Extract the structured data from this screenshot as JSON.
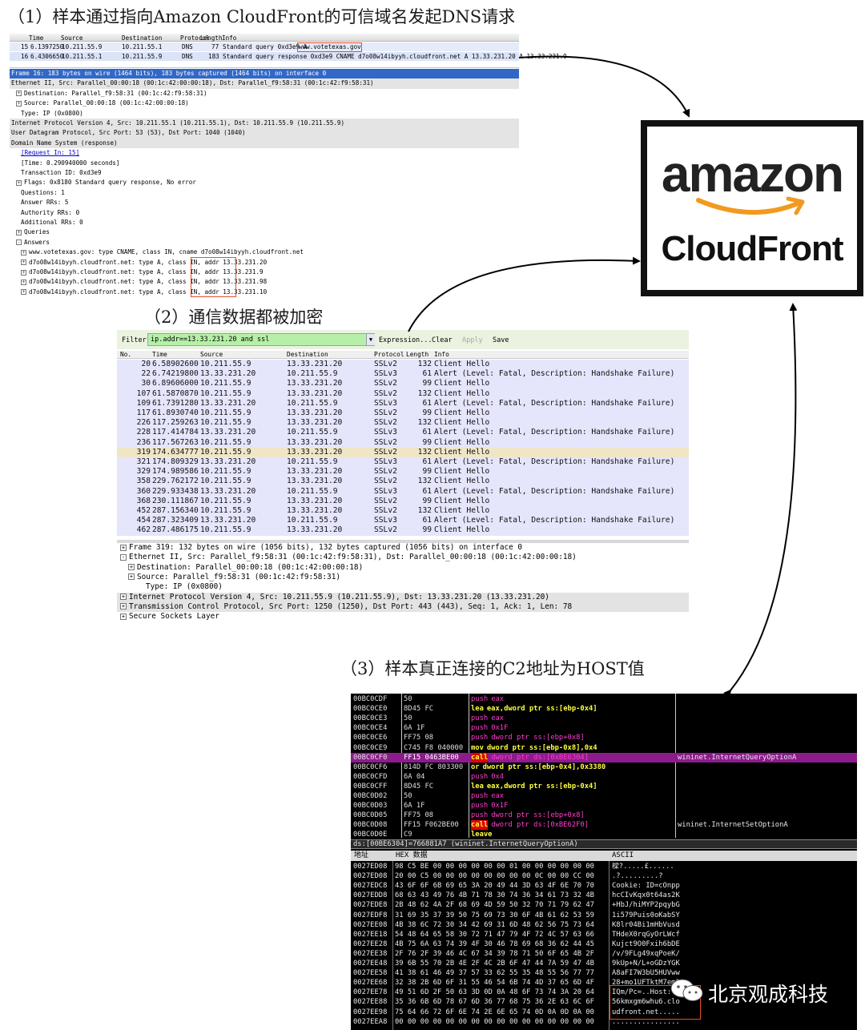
{
  "captions": {
    "step1": "（1）样本通过指向Amazon CloudFront的可信域名发起DNS请求",
    "step2": "（2）通信数据都被加密",
    "step3": "（3）样本真正连接的C2地址为HOST值"
  },
  "dns_panel": {
    "columns": [
      "Time",
      "Source",
      "Destination",
      "Protocol",
      "Length",
      "Info"
    ],
    "packets": [
      {
        "no": "15",
        "time": "6.1397250",
        "src": "10.211.55.9",
        "dst": "10.211.55.1",
        "proto": "DNS",
        "len": "77",
        "info_pre": "Standard query 0xd3e9  A ",
        "info_boxed": "www.votetexas.gov"
      },
      {
        "no": "16",
        "time": "6.4306650",
        "src": "10.211.55.1",
        "dst": "10.211.55.9",
        "proto": "DNS",
        "len": "183",
        "info_pre": "Standard query response 0xd3e9  CNAME d7o08w14ibyyh.cloudfront.net A 13.33.231.20 A 13.33.231.9",
        "info_boxed": ""
      }
    ],
    "tree": [
      {
        "text": "Frame 16: 183 bytes on wire (1464 bits), 183 bytes captured (1464 bits) on interface 0",
        "indent": 0,
        "style": "sel",
        "exp": ""
      },
      {
        "text": "Ethernet II, Src: Parallel_00:00:18 (00:1c:42:00:00:18), Dst: Parallel_f9:58:31 (00:1c:42:f9:58:31)",
        "indent": 0,
        "style": "shade",
        "exp": ""
      },
      {
        "text": "Destination: Parallel_f9:58:31 (00:1c:42:f9:58:31)",
        "indent": 1,
        "style": "",
        "exp": "+"
      },
      {
        "text": "Source: Parallel_00:00:18 (00:1c:42:00:00:18)",
        "indent": 1,
        "style": "",
        "exp": "+"
      },
      {
        "text": "Type: IP (0x0800)",
        "indent": 2,
        "style": "",
        "exp": ""
      },
      {
        "text": "Internet Protocol Version 4, Src: 10.211.55.1 (10.211.55.1), Dst: 10.211.55.9 (10.211.55.9)",
        "indent": 0,
        "style": "shade",
        "exp": ""
      },
      {
        "text": "User Datagram Protocol, Src Port: 53 (53), Dst Port: 1040 (1040)",
        "indent": 0,
        "style": "shade",
        "exp": ""
      },
      {
        "text": "Domain Name System (response)",
        "indent": 0,
        "style": "shade",
        "exp": ""
      },
      {
        "text": "[Request In: 15]",
        "indent": 2,
        "style": "link",
        "exp": ""
      },
      {
        "text": "[Time: 0.290940000 seconds]",
        "indent": 2,
        "style": "",
        "exp": ""
      },
      {
        "text": "Transaction ID: 0xd3e9",
        "indent": 2,
        "style": "",
        "exp": ""
      },
      {
        "text": "Flags: 0x8180 Standard query response, No error",
        "indent": 1,
        "style": "",
        "exp": "+"
      },
      {
        "text": "Questions: 1",
        "indent": 2,
        "style": "",
        "exp": ""
      },
      {
        "text": "Answer RRs: 5",
        "indent": 2,
        "style": "",
        "exp": ""
      },
      {
        "text": "Authority RRs: 0",
        "indent": 2,
        "style": "",
        "exp": ""
      },
      {
        "text": "Additional RRs: 0",
        "indent": 2,
        "style": "",
        "exp": ""
      },
      {
        "text": "Queries",
        "indent": 1,
        "style": "",
        "exp": "+"
      },
      {
        "text": "Answers",
        "indent": 1,
        "style": "",
        "exp": "-"
      },
      {
        "text": "www.votetexas.gov: type CNAME, class IN, cname d7o08w14ibyyh.cloudfront.net",
        "indent": 2,
        "style": "",
        "exp": "+"
      },
      {
        "text": "d7o08w14ibyyh.cloudfront.net: type A, class IN, addr 13.33.231.20",
        "indent": 2,
        "style": "",
        "exp": "+"
      },
      {
        "text": "d7o08w14ibyyh.cloudfront.net: type A, class IN, addr 13.33.231.9",
        "indent": 2,
        "style": "",
        "exp": "+"
      },
      {
        "text": "d7o08w14ibyyh.cloudfront.net: type A, class IN, addr 13.33.231.98",
        "indent": 2,
        "style": "",
        "exp": "+"
      },
      {
        "text": "d7o08w14ibyyh.cloudfront.net: type A, class IN, addr 13.33.231.10",
        "indent": 2,
        "style": "",
        "exp": "+"
      }
    ]
  },
  "logo": {
    "line1": "amazon",
    "line2": "CloudFront",
    "smile_color": "#f19a1f"
  },
  "ssl_panel": {
    "filter_label": "Filter:",
    "filter_value": "ip.addr==13.33.231.20 and ssl",
    "buttons": [
      "Expression...",
      "Clear",
      "Apply",
      "Save"
    ],
    "columns": [
      "No.",
      "Time",
      "Source",
      "Destination",
      "Protocol",
      "Length",
      "Info"
    ],
    "packets": [
      {
        "no": "20",
        "time": "6.58902600",
        "src": "10.211.55.9",
        "dst": "13.33.231.20",
        "proto": "SSLv2",
        "len": "132",
        "info": "Client Hello",
        "hl": false
      },
      {
        "no": "22",
        "time": "6.74219800",
        "src": "13.33.231.20",
        "dst": "10.211.55.9",
        "proto": "SSLv3",
        "len": "61",
        "info": "Alert (Level: Fatal, Description: Handshake Failure)",
        "hl": false
      },
      {
        "no": "30",
        "time": "6.89606000",
        "src": "10.211.55.9",
        "dst": "13.33.231.20",
        "proto": "SSLv2",
        "len": "99",
        "info": "Client Hello",
        "hl": false
      },
      {
        "no": "107",
        "time": "61.5870870",
        "src": "10.211.55.9",
        "dst": "13.33.231.20",
        "proto": "SSLv2",
        "len": "132",
        "info": "Client Hello",
        "hl": false
      },
      {
        "no": "109",
        "time": "61.7391280",
        "src": "13.33.231.20",
        "dst": "10.211.55.9",
        "proto": "SSLv3",
        "len": "61",
        "info": "Alert (Level: Fatal, Description: Handshake Failure)",
        "hl": false
      },
      {
        "no": "117",
        "time": "61.8930740",
        "src": "10.211.55.9",
        "dst": "13.33.231.20",
        "proto": "SSLv2",
        "len": "99",
        "info": "Client Hello",
        "hl": false
      },
      {
        "no": "226",
        "time": "117.259263",
        "src": "10.211.55.9",
        "dst": "13.33.231.20",
        "proto": "SSLv2",
        "len": "132",
        "info": "Client Hello",
        "hl": false
      },
      {
        "no": "228",
        "time": "117.414784",
        "src": "13.33.231.20",
        "dst": "10.211.55.9",
        "proto": "SSLv3",
        "len": "61",
        "info": "Alert (Level: Fatal, Description: Handshake Failure)",
        "hl": false
      },
      {
        "no": "236",
        "time": "117.567263",
        "src": "10.211.55.9",
        "dst": "13.33.231.20",
        "proto": "SSLv2",
        "len": "99",
        "info": "Client Hello",
        "hl": false
      },
      {
        "no": "319",
        "time": "174.634777",
        "src": "10.211.55.9",
        "dst": "13.33.231.20",
        "proto": "SSLv2",
        "len": "132",
        "info": "Client Hello",
        "hl": true
      },
      {
        "no": "321",
        "time": "174.809329",
        "src": "13.33.231.20",
        "dst": "10.211.55.9",
        "proto": "SSLv3",
        "len": "61",
        "info": "Alert (Level: Fatal, Description: Handshake Failure)",
        "hl": false
      },
      {
        "no": "329",
        "time": "174.989586",
        "src": "10.211.55.9",
        "dst": "13.33.231.20",
        "proto": "SSLv2",
        "len": "99",
        "info": "Client Hello",
        "hl": false
      },
      {
        "no": "358",
        "time": "229.762172",
        "src": "10.211.55.9",
        "dst": "13.33.231.20",
        "proto": "SSLv2",
        "len": "132",
        "info": "Client Hello",
        "hl": false
      },
      {
        "no": "360",
        "time": "229.933438",
        "src": "13.33.231.20",
        "dst": "10.211.55.9",
        "proto": "SSLv3",
        "len": "61",
        "info": "Alert (Level: Fatal, Description: Handshake Failure)",
        "hl": false
      },
      {
        "no": "368",
        "time": "230.111867",
        "src": "10.211.55.9",
        "dst": "13.33.231.20",
        "proto": "SSLv2",
        "len": "99",
        "info": "Client Hello",
        "hl": false
      },
      {
        "no": "452",
        "time": "287.156340",
        "src": "10.211.55.9",
        "dst": "13.33.231.20",
        "proto": "SSLv2",
        "len": "132",
        "info": "Client Hello",
        "hl": false
      },
      {
        "no": "454",
        "time": "287.323409",
        "src": "13.33.231.20",
        "dst": "10.211.55.9",
        "proto": "SSLv3",
        "len": "61",
        "info": "Alert (Level: Fatal, Description: Handshake Failure)",
        "hl": false
      },
      {
        "no": "462",
        "time": "287.486175",
        "src": "10.211.55.9",
        "dst": "13.33.231.20",
        "proto": "SSLv2",
        "len": "99",
        "info": "Client Hello",
        "hl": false
      }
    ],
    "tree": [
      {
        "text": "Frame 319: 132 bytes on wire (1056 bits), 132 bytes captured (1056 bits) on interface 0",
        "indent": 0,
        "exp": "+",
        "shade": false
      },
      {
        "text": "Ethernet II, Src: Parallel_f9:58:31 (00:1c:42:f9:58:31), Dst: Parallel_00:00:18 (00:1c:42:00:00:18)",
        "indent": 0,
        "exp": "-",
        "shade": false
      },
      {
        "text": "Destination: Parallel_00:00:18 (00:1c:42:00:00:18)",
        "indent": 1,
        "exp": "+",
        "shade": false
      },
      {
        "text": "Source: Parallel_f9:58:31 (00:1c:42:f9:58:31)",
        "indent": 1,
        "exp": "+",
        "shade": false
      },
      {
        "text": "Type: IP (0x0800)",
        "indent": 2,
        "exp": "",
        "shade": false
      },
      {
        "text": "Internet Protocol Version 4, Src: 10.211.55.9 (10.211.55.9), Dst: 13.33.231.20 (13.33.231.20)",
        "indent": 0,
        "exp": "+",
        "shade": true
      },
      {
        "text": "Transmission Control Protocol, Src Port: 1250 (1250), Dst Port: 443 (443), Seq: 1, Ack: 1, Len: 78",
        "indent": 0,
        "exp": "+",
        "shade": true
      },
      {
        "text": "Secure Sockets Layer",
        "indent": 0,
        "exp": "+",
        "shade": false
      }
    ]
  },
  "debugger": {
    "disasm": [
      {
        "addr": "00BC0CDF",
        "bytes": "50",
        "mn": "push",
        "ops": "eax",
        "cmt": "",
        "kind": "push"
      },
      {
        "addr": "00BC0CE0",
        "bytes": "8D45 FC",
        "mn": "lea",
        "ops": "eax,dword ptr ss:[ebp-0x4]",
        "cmt": "",
        "kind": "norm"
      },
      {
        "addr": "00BC0CE3",
        "bytes": "50",
        "mn": "push",
        "ops": "eax",
        "cmt": "",
        "kind": "push"
      },
      {
        "addr": "00BC0CE4",
        "bytes": "6A 1F",
        "mn": "push",
        "ops": "0x1F",
        "cmt": "",
        "kind": "push"
      },
      {
        "addr": "00BC0CE6",
        "bytes": "FF75 08",
        "mn": "push",
        "ops": "dword ptr ss:[ebp+0x8]",
        "cmt": "",
        "kind": "push"
      },
      {
        "addr": "00BC0CE9",
        "bytes": "C745 F8 040000",
        "mn": "mov",
        "ops": "dword ptr ss:[ebp-0x8],0x4",
        "cmt": "",
        "kind": "norm"
      },
      {
        "addr": "00BC0CF0",
        "bytes": "FF15 0463BE00",
        "mn": "call",
        "ops": "dword ptr ds:[0xBE6304]",
        "cmt": "wininet.InternetQueryOptionA",
        "kind": "cur"
      },
      {
        "addr": "00BC0CF6",
        "bytes": "814D FC 803300",
        "mn": "or",
        "ops": "dword ptr ss:[ebp-0x4],0x3380",
        "cmt": "",
        "kind": "norm"
      },
      {
        "addr": "00BC0CFD",
        "bytes": "6A 04",
        "mn": "push",
        "ops": "0x4",
        "cmt": "",
        "kind": "push"
      },
      {
        "addr": "00BC0CFF",
        "bytes": "8D45 FC",
        "mn": "lea",
        "ops": "eax,dword ptr ss:[ebp-0x4]",
        "cmt": "",
        "kind": "norm"
      },
      {
        "addr": "00BC0D02",
        "bytes": "50",
        "mn": "push",
        "ops": "eax",
        "cmt": "",
        "kind": "push"
      },
      {
        "addr": "00BC0D03",
        "bytes": "6A 1F",
        "mn": "push",
        "ops": "0x1F",
        "cmt": "",
        "kind": "push"
      },
      {
        "addr": "00BC0D05",
        "bytes": "FF75 08",
        "mn": "push",
        "ops": "dword ptr ss:[ebp+0x8]",
        "cmt": "",
        "kind": "push"
      },
      {
        "addr": "00BC0D08",
        "bytes": "FF15 F062BE00",
        "mn": "call",
        "ops": "dword ptr ds:[0xBE62F0]",
        "cmt": "wininet.InternetSetOptionA",
        "kind": "call"
      },
      {
        "addr": "00BC0D0E",
        "bytes": "C9",
        "mn": "leave",
        "ops": "",
        "cmt": "",
        "kind": "norm"
      }
    ],
    "status": "ds:[00BE6304]=766881A7 (wininet.InternetQueryOptionA)",
    "dump_headers": [
      "地址",
      "HEX 数据",
      "ASCII"
    ],
    "dump": [
      {
        "addr": "0027ED08",
        "hex": "98 C5 BE 00 00 00 00 00 00 01 00 00 00 00 00 00",
        "ascii": "樑?.....£......"
      },
      {
        "addr": "0027ED08",
        "hex": "20 00 C5 00 00 00 00 00 00 00 00 0C 00 00 CC 00",
        "ascii": " .?.........?"
      },
      {
        "addr": "0027EDC8",
        "hex": "43 6F 6F 6B 69 65 3A 20 49 44 3D 63 4F 6E 70 70",
        "ascii": "Cookie: ID=cOnpp"
      },
      {
        "addr": "0027EDD8",
        "hex": "68 63 43 49 76 4B 71 78 30 74 36 34 61 73 32 4B",
        "ascii": "hcCIvKqx0t64as2K"
      },
      {
        "addr": "0027EDE8",
        "hex": "2B 48 62 4A 2F 68 69 4D 59 50 32 70 71 79 62 47",
        "ascii": "+HbJ/hiMYP2pqybG"
      },
      {
        "addr": "0027EDF8",
        "hex": "31 69 35 37 39 50 75 69 73 30 6F 4B 61 62 53 59",
        "ascii": "1i579Puis0oKabSY"
      },
      {
        "addr": "0027EE08",
        "hex": "4B 38 6C 72 30 34 42 69 31 6D 48 62 56 75 73 64",
        "ascii": "K8lr04Bi1mHbVusd"
      },
      {
        "addr": "0027EE18",
        "hex": "54 48 64 65 58 30 72 71 47 79 4F 72 4C 57 63 66",
        "ascii": "THdeX0rqGyOrLWcf"
      },
      {
        "addr": "0027EE28",
        "hex": "4B 75 6A 63 74 39 4F 30 46 78 69 68 36 62 44 45",
        "ascii": "Kujct9O0Fxih6bDE"
      },
      {
        "addr": "0027EE38",
        "hex": "2F 76 2F 39 46 4C 67 34 39 78 71 50 6F 65 4B 2F",
        "ascii": "/v/9FLg49xqPoeK/"
      },
      {
        "addr": "0027EE48",
        "hex": "39 6B 55 70 2B 4E 2F 4C 2B 6F 47 44 7A 59 47 4B",
        "ascii": "9kUp+N/L+oGDzYGK"
      },
      {
        "addr": "0027EE58",
        "hex": "41 38 61 46 49 37 57 33 62 55 35 48 55 56 77 77",
        "ascii": "A8aFI7W3bU5HUVww"
      },
      {
        "addr": "0027EE68",
        "hex": "32 38 2B 6D 6F 31 55 46 54 6B 74 4D 37 65 6D 4F",
        "ascii": "28+mo1UFTktM7emO"
      },
      {
        "addr": "0027EE78",
        "hex": "49 51 6D 2F 50 63 3D 0D 0A 48 6F 73 74 3A 20 64",
        "ascii": "IQm/Pc=..Host: d"
      },
      {
        "addr": "0027EE88",
        "hex": "35 36 6B 6D 78 67 6D 36 77 68 75 36 2E 63 6C 6F",
        "ascii": "56kmxgm6whu6.clo"
      },
      {
        "addr": "0027EE98",
        "hex": "75 64 66 72 6F 6E 74 2E 6E 65 74 0D 0A 0D 0A 00",
        "ascii": "udfront.net....."
      },
      {
        "addr": "0027EEA8",
        "hex": "00 00 00 00 00 00 00 00 00 00 00 00 00 00 00 00",
        "ascii": "................"
      }
    ]
  },
  "watermark": {
    "text": "北京观成科技",
    "icon": "wechat-icon"
  }
}
